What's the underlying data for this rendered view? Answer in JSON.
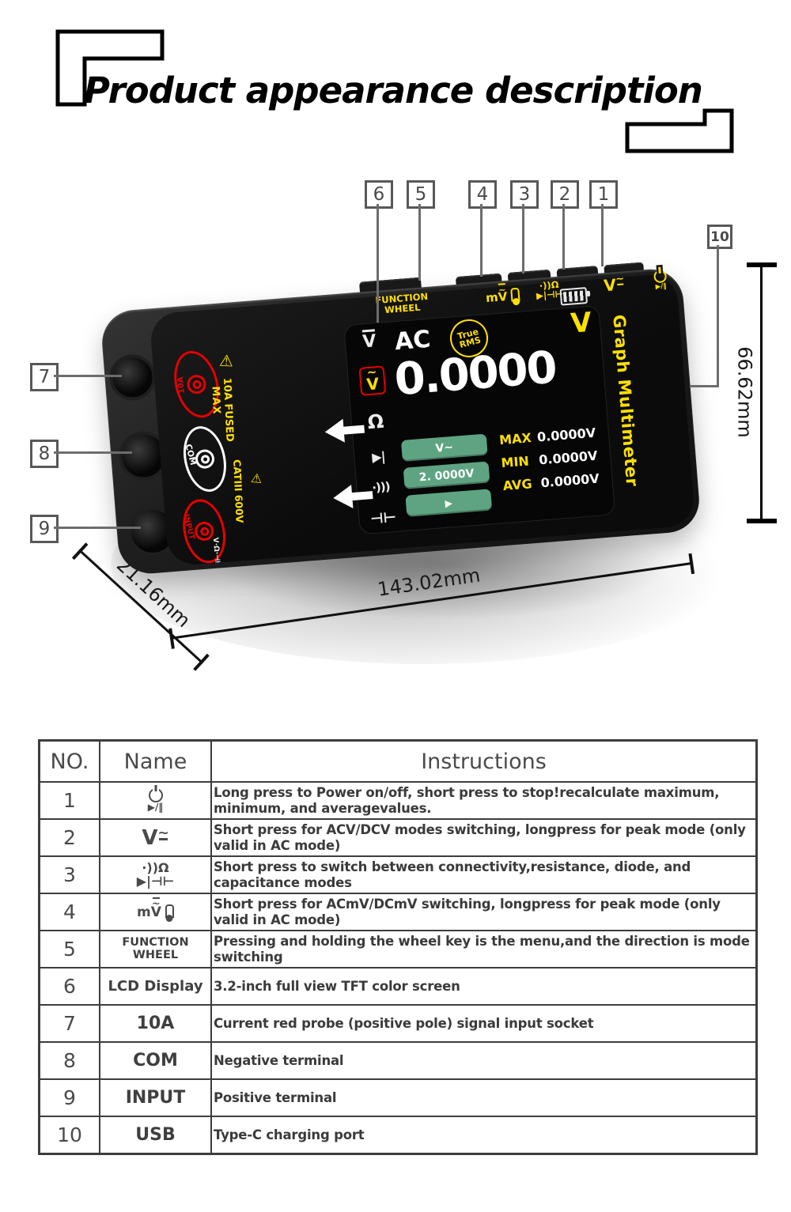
{
  "title": "Product appearance description",
  "colors": {
    "accent_yellow": "#ffe000",
    "accent_red": "#e60000",
    "button_green": "#5fa482"
  },
  "callouts": {
    "n1": "1",
    "n2": "2",
    "n3": "3",
    "n4": "4",
    "n5": "5",
    "n6": "6",
    "n7": "7",
    "n8": "8",
    "n9": "9",
    "n10": "10"
  },
  "sym": {
    "power_play": "▶/‖",
    "v": "V",
    "m": "m",
    "tilde": "~",
    "ohm": "Ω",
    "cont": "·))",
    "cont3": "·)))",
    "diode": "▶|",
    "cap": "⊣⊢",
    "warning": "⚠"
  },
  "device": {
    "side_label": "Graph Multimeter",
    "top": {
      "wheel1": "FUNCTION",
      "wheel2": "WHEEL"
    },
    "ports": {
      "p10a": "10A",
      "pcom": "COM",
      "pinput": "INPUT",
      "fused1": "10A FUSED",
      "fused2": "MAX",
      "cat": "CATIII 600V",
      "input_syms": "V·Ω·⊣⊢"
    },
    "screen": {
      "mode": "AC",
      "badge1": "True",
      "badge2": "RMS",
      "unit": "V",
      "reading": "0.0000",
      "btn_range": "V~",
      "btn_value": "2. 0000V",
      "btn_play": "▶",
      "stats": [
        {
          "label": "MAX",
          "value": "0.0000V"
        },
        {
          "label": "MIN",
          "value": "0.0000V"
        },
        {
          "label": "AVG",
          "value": "0.0000V"
        }
      ]
    }
  },
  "dimensions": {
    "height": "66.62mm",
    "width": "143.02mm",
    "depth": "21.16mm"
  },
  "table": {
    "headers": {
      "no": "NO.",
      "name": "Name",
      "instructions": "Instructions"
    },
    "rows": [
      {
        "no": "1",
        "name": "",
        "instructions": "Long press to Power on/off, short press to stop!recalculate maximum, minimum, and averagevalues."
      },
      {
        "no": "2",
        "name": "",
        "instructions": "Short press for ACV/DCV modes switching, longpress for peak mode (only valid in AC mode)"
      },
      {
        "no": "3",
        "name": "",
        "instructions": "Short press to switch between connectivity,resistance, diode, and capacitance modes"
      },
      {
        "no": "4",
        "name": "",
        "instructions": "Short press for ACmV/DCmV switching, longpress for peak mode (only valid in AC mode)"
      },
      {
        "no": "5",
        "name": "FUNCTION WHEEL",
        "instructions": "Pressing and holding the wheel key is the menu,and the direction is mode switching"
      },
      {
        "no": "6",
        "name": "LCD Display",
        "instructions": "3.2-inch full view TFT color screen"
      },
      {
        "no": "7",
        "name": "10A",
        "instructions": "Current red probe (positive pole) signal input socket"
      },
      {
        "no": "8",
        "name": "COM",
        "instructions": "Negative terminal"
      },
      {
        "no": "9",
        "name": "INPUT",
        "instructions": "Positive terminal"
      },
      {
        "no": "10",
        "name": "USB",
        "instructions": "Type-C charging port"
      }
    ]
  }
}
